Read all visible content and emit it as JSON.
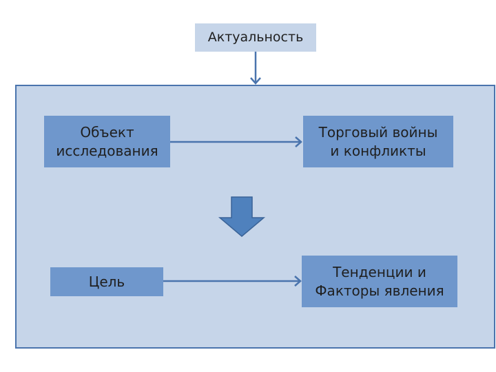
{
  "diagram": {
    "top_label": "Актуальность",
    "nodes": {
      "object": "Объект\nисследования",
      "trade": "Торговый войны\nи конфликты",
      "goal": "Цель",
      "trends": "Тенденции и\nФакторы явления"
    }
  },
  "colors": {
    "panel_fill": "#c6d5e9",
    "panel_border": "#4a74ad",
    "node_fill": "#6f97cc",
    "arrow": "#4a74ad"
  }
}
